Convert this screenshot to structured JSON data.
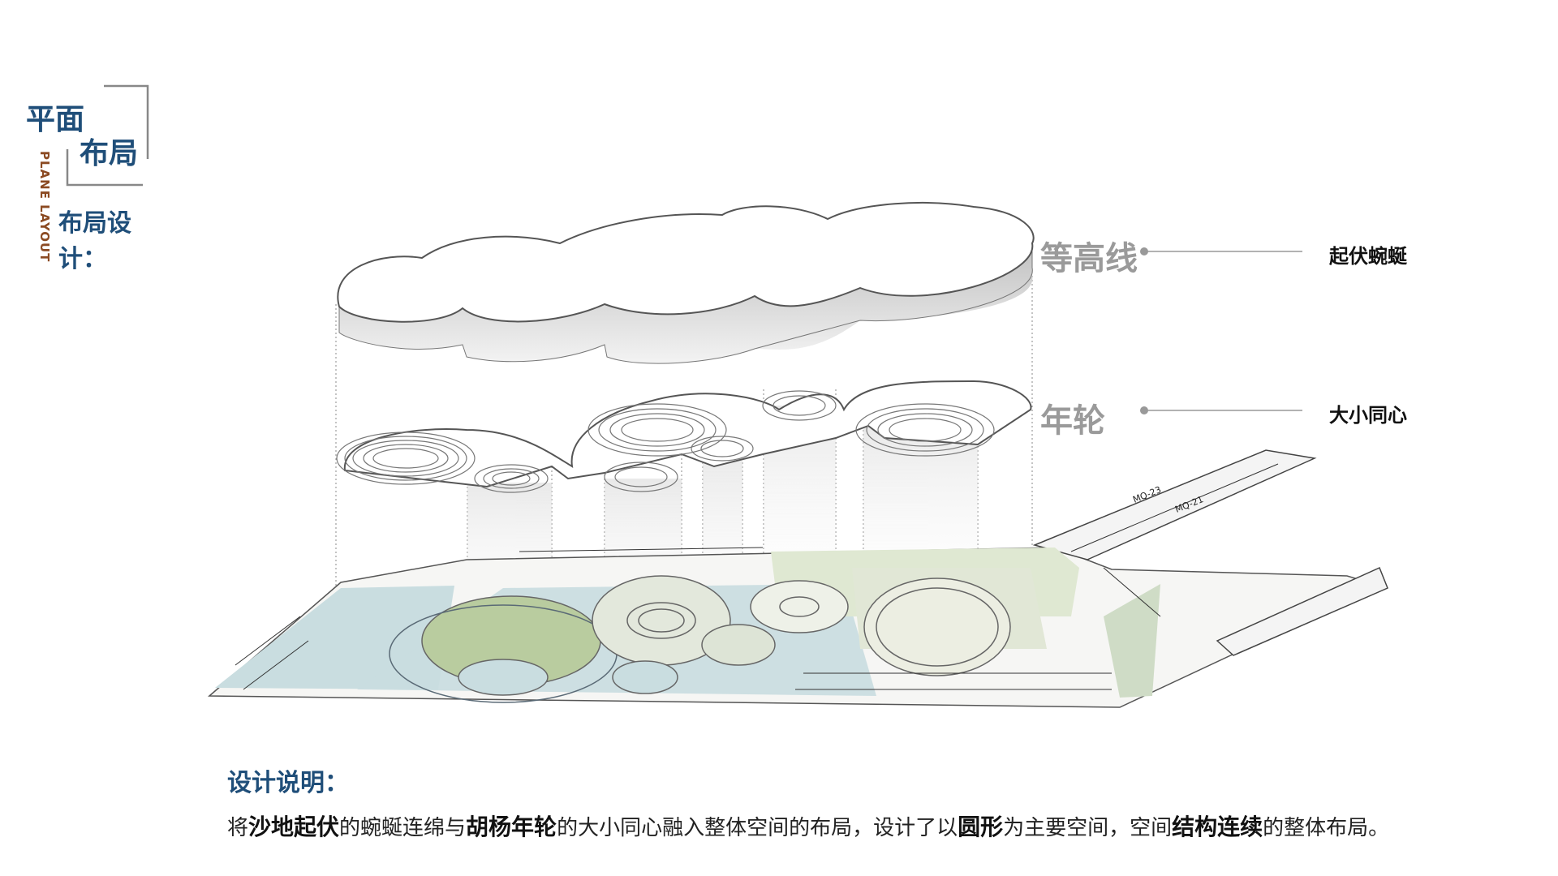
{
  "title": {
    "line1": "平面",
    "line2": "布局",
    "english": "PLANE LAYOUT"
  },
  "section_heading": "布局设计：",
  "layers": [
    {
      "label": "等高线",
      "description": "起伏蜿蜒"
    },
    {
      "label": "年轮",
      "description": "大小同心"
    }
  ],
  "plan_annotations": [
    "MQ-23",
    "MQ-21"
  ],
  "design_notes": {
    "heading": "设计说明：",
    "segments": [
      {
        "text": "将",
        "bold": false
      },
      {
        "text": "沙地起伏",
        "bold": true
      },
      {
        "text": "的蜿蜒连绵与",
        "bold": false
      },
      {
        "text": "胡杨年轮",
        "bold": true
      },
      {
        "text": "的大小同心融入整体空间的布局，设计了以",
        "bold": false
      },
      {
        "text": "圆形",
        "bold": true
      },
      {
        "text": "为主要空间，空间",
        "bold": false
      },
      {
        "text": "结构连续",
        "bold": true
      },
      {
        "text": "的整体布局。",
        "bold": false
      }
    ]
  },
  "colors": {
    "title_blue": "#1f4e79",
    "english_brown": "#8b4a22",
    "label_gray": "#9a9a9a",
    "water_blue": "#c9dde0",
    "lawn_green": "#dfe8d2",
    "moss_green": "#b9cc9f"
  }
}
